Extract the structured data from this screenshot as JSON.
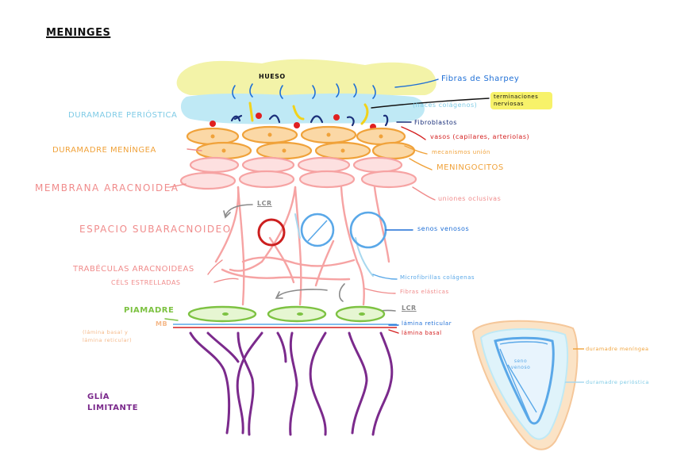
{
  "title": "MENINGES",
  "colors": {
    "bone": "#f3f3a8",
    "periosteal": "#bfe9f5",
    "meningeal": "#f0a23a",
    "arachnoid": "#f6a3a3",
    "pia": "#7dc242",
    "glia": "#7b2a8c",
    "vein_sinus": "#5aa8e8",
    "artery": "#cc1f1f",
    "blue_text": "#1f6fd6",
    "red_text": "#d42020",
    "orange_text": "#e88a1c",
    "pink_text": "#f08c8c",
    "gray": "#8a8a8a"
  },
  "left_labels": {
    "periosteal_dura": "DURAMADRE PERIÓSTICA",
    "meningeal_dura": "DURAMADRE MENÍNGEA",
    "arachnoid_membrane": "MEMBRANA ARACNOIDEA",
    "subarachnoid_space": "ESPACIO SUBARACNOIDEO",
    "arachnoid_trabeculae": "TRABÉCULAS ARACNOIDEAS",
    "stellate_cells": "CÉLS ESTRELLADAS",
    "pia_mater": "PIAMADRE",
    "mb": "MB",
    "basal_lamina_note": "(lámina basal y lámina reticular)",
    "glia_limitans": "GLÍA LIMITANTE"
  },
  "right_labels": {
    "sharpey_fibers": "Fibras de Sharpey",
    "bone": "HUESO",
    "nerve_endings": "terminaciones nerviosas",
    "collagen_bundles": "(haces colágenos)",
    "fibroblasts": "Fibroblastos",
    "vessels": "vasos (capilares, arteriolas)",
    "adherens_junctions": "mecanismos unión",
    "meningocytes": "MENINGOCITOS",
    "occluding_junctions": "uniones oclusivas",
    "venous_sinuses": "senos venosos",
    "collagen_microfibrils": "Microfibrillas colágenas",
    "elastic_fibers": "Fibras elásticas",
    "reticular_lamina": "lámina reticular",
    "basal_lamina": "lámina basal"
  },
  "lcr_labels": {
    "top": "LCR",
    "bottom": "LCR"
  },
  "inset": {
    "sinus_label": "seno venoso",
    "meningeal_dura": "duramadre meníngea",
    "periosteal_dura": "duramadre perióstica"
  }
}
